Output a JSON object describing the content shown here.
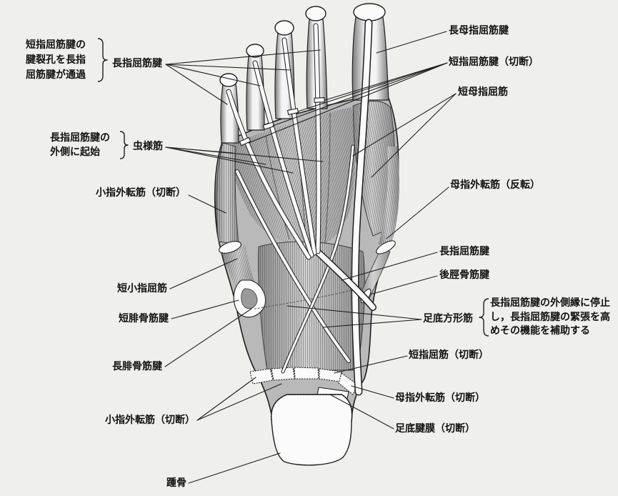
{
  "colors": {
    "background": "#efefec",
    "ink": "#1e1e1e",
    "muscle": "#b9b9b9",
    "tendon": "#fbfbfb",
    "bone": "#fbfbfb"
  },
  "labels": {
    "fhl_tendon": "長母指屈筋腱",
    "fdb_tendon_cut": "短指屈筋腱（切断）",
    "fhb": "短母指屈筋",
    "ah_reflected": "母指外転筋（反転）",
    "fdl_tendon_right": "長指屈筋腱",
    "tp_tendon": "後脛骨筋腱",
    "qp": "足底方形筋",
    "qp_note": [
      "長指屈筋腱の外側縁に停止",
      "し，長指屈筋腱の緊張を高",
      "めその機能を補助する"
    ],
    "fdb_cut": "短指屈筋（切断）",
    "ah_cut": "母指外転筋（切断）",
    "pa_cut": "足底腱膜（切断）",
    "fdb_hiatus_note": [
      "短指屈筋腱の",
      "腱裂孔を長指",
      "屈筋腱が通過"
    ],
    "fdl_tendon_left": "長指屈筋腱",
    "lumbrical_note": [
      "長指屈筋腱の",
      "外側に起始"
    ],
    "lumbricals": "虫様筋",
    "adm_cut_upper": "小指外転筋（切断）",
    "fdmb": "短小指屈筋",
    "pb_tendon": "短腓骨筋腱",
    "pl_tendon": "長腓骨筋腱",
    "adm_cut_lower": "小指外転筋（切断）",
    "calcaneus": "踵骨"
  }
}
